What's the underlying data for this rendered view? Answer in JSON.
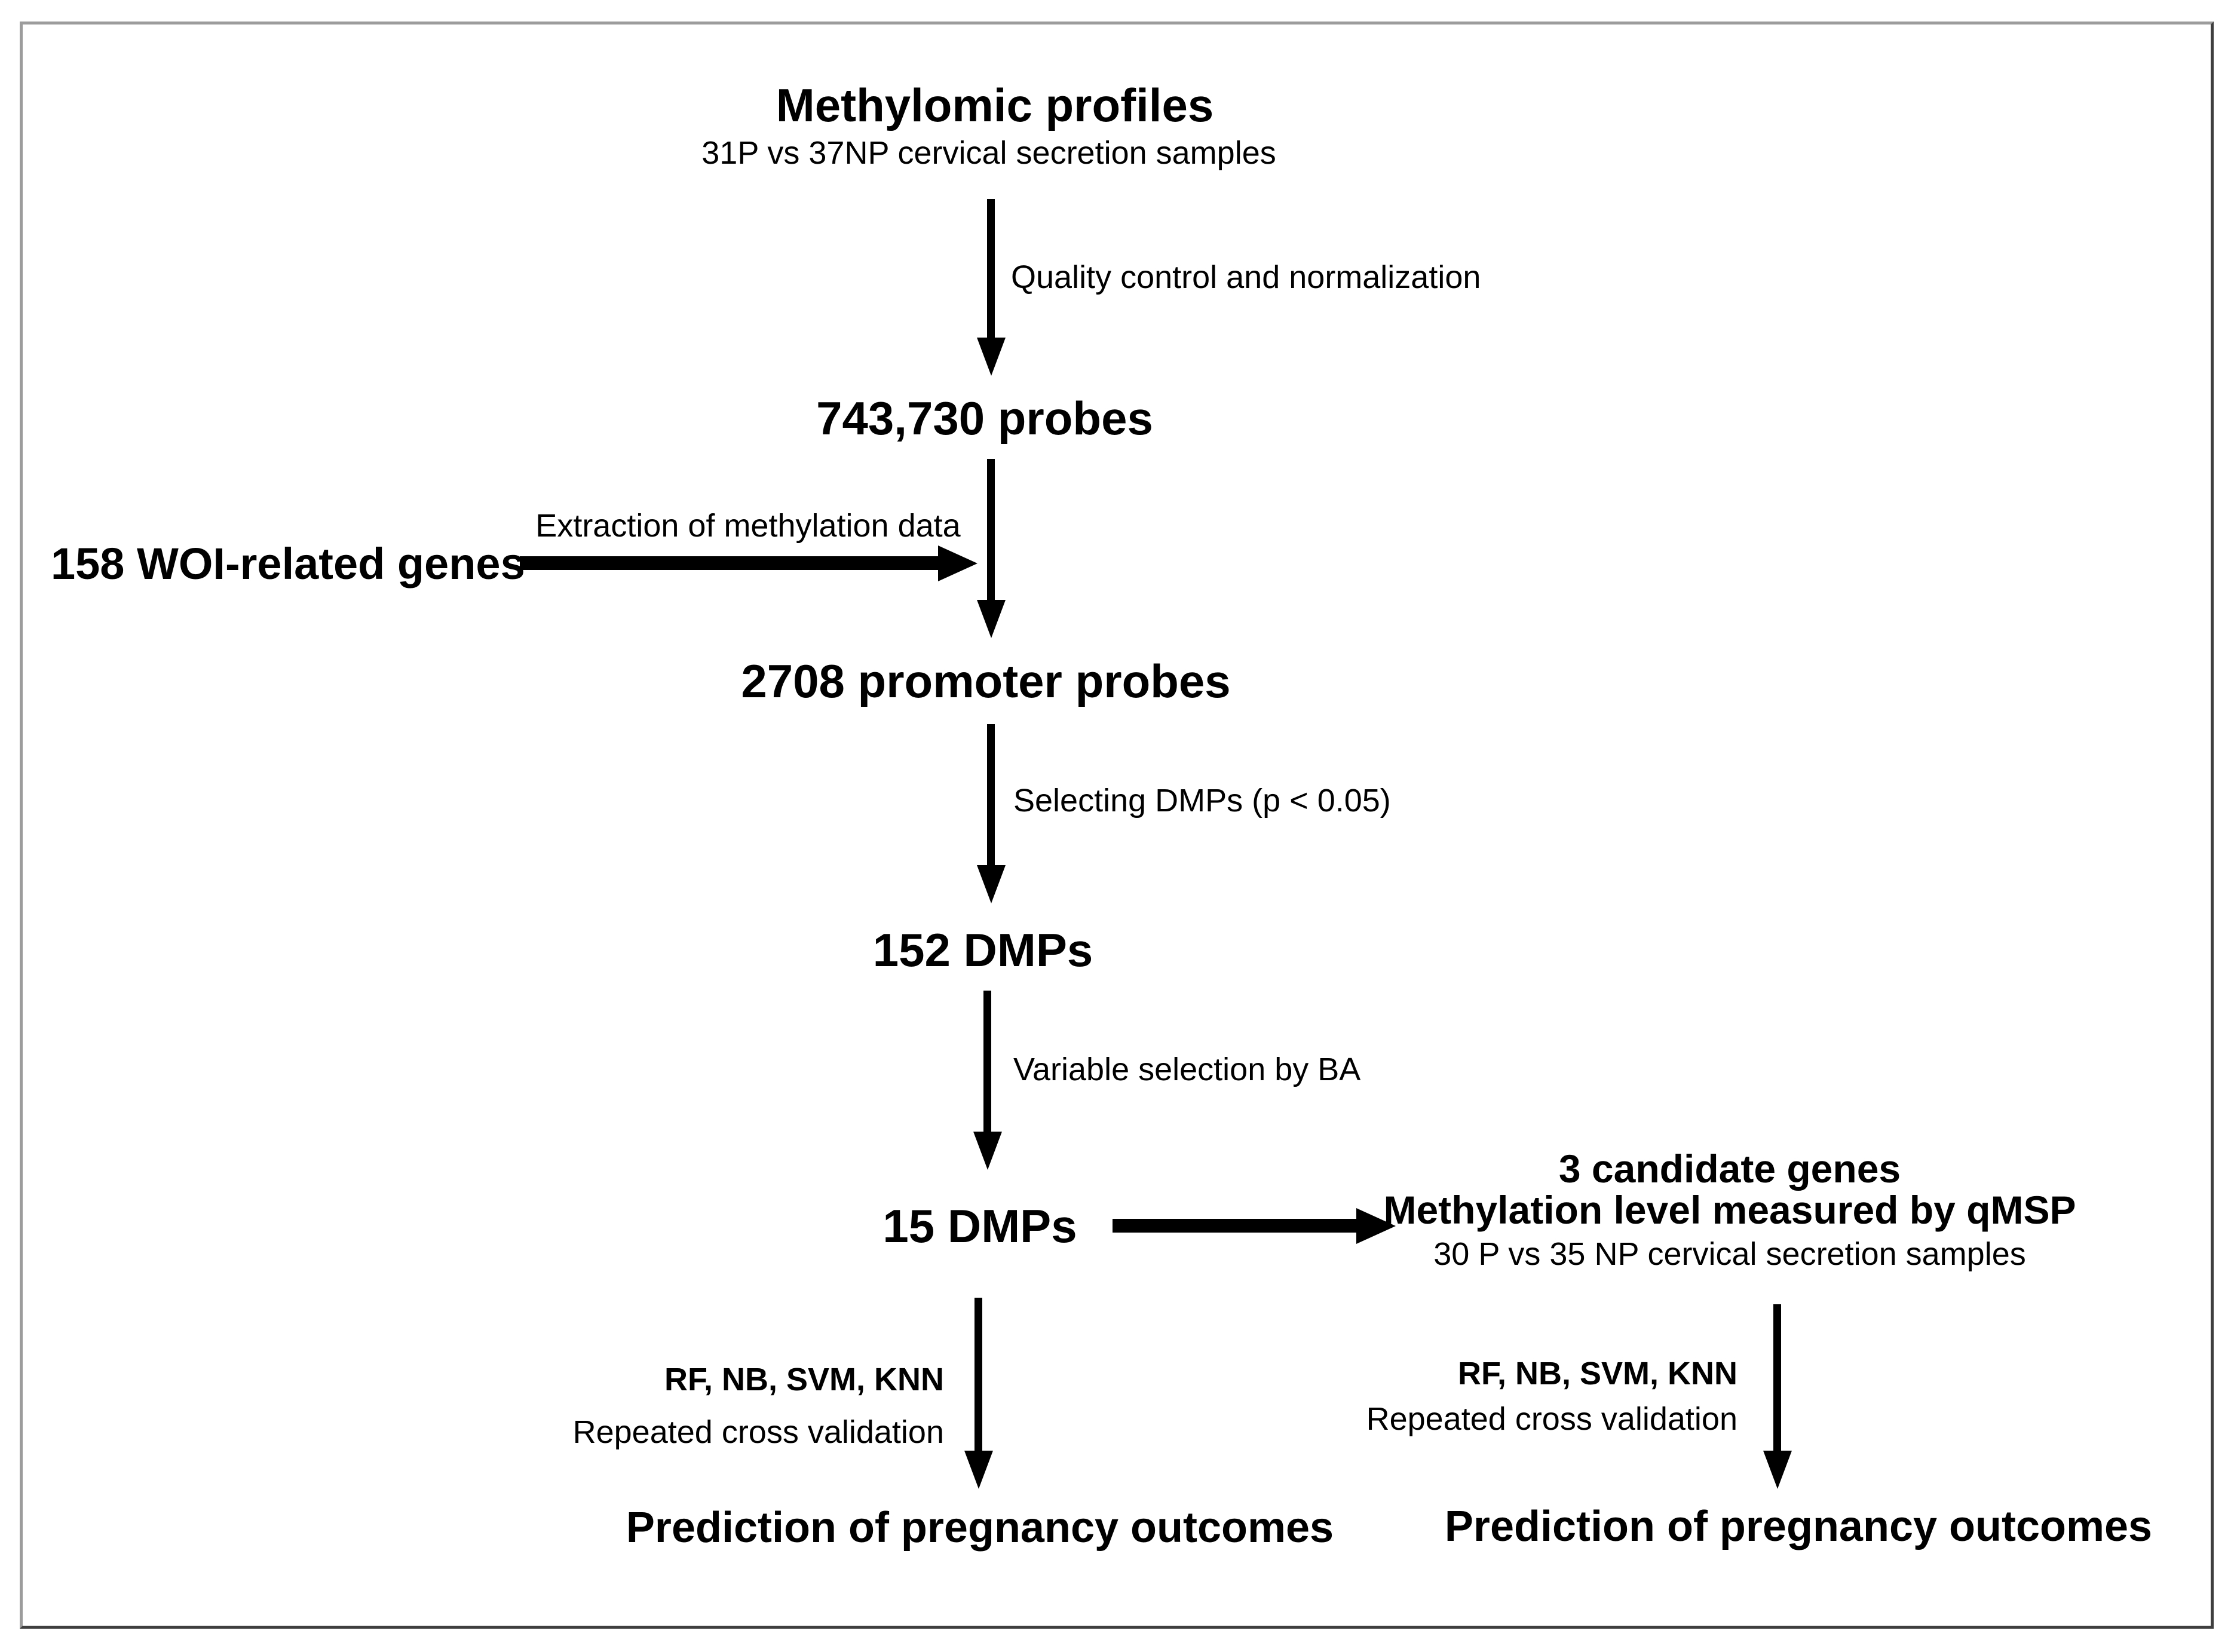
{
  "colors": {
    "arrow": "#000000",
    "text": "#000000",
    "frame_light": "#9c9c9c",
    "frame_dark": "#3f3f3f",
    "background": "#ffffff"
  },
  "nodes": {
    "methylomic": {
      "title": "Methylomic profiles",
      "subtitle": "31P vs 37NP cervical secretion samples"
    },
    "probes_743730": {
      "title": "743,730 probes"
    },
    "woi_genes": {
      "title": "158 WOI-related genes"
    },
    "promoter_probes": {
      "title": "2708 promoter probes"
    },
    "dmps_152": {
      "title": "152 DMPs"
    },
    "dmps_15": {
      "title": "15 DMPs"
    },
    "candidate_genes": {
      "title": "3 candidate genes",
      "title2": "Methylation level measured by qMSP",
      "subtitle": "30 P vs 35 NP cervical secretion samples"
    },
    "prediction_left": {
      "title": "Prediction of pregnancy outcomes"
    },
    "prediction_right": {
      "title": "Prediction of pregnancy outcomes"
    }
  },
  "edge_labels": {
    "quality_control": "Quality control and normalization",
    "extraction": "Extraction of methylation data",
    "selecting_dmps": "Selecting DMPs (p < 0.05)",
    "variable_selection": "Variable selection by BA",
    "models_left": "RF, NB, SVM, KNN",
    "cross_validation_left": "Repeated cross validation",
    "models_right": "RF, NB, SVM, KNN",
    "cross_validation_right": "Repeated cross validation"
  }
}
